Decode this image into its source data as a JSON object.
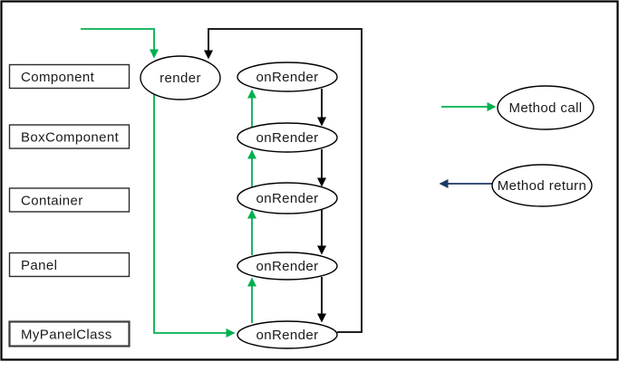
{
  "diagram": {
    "class_boxes": [
      {
        "label": "Component"
      },
      {
        "label": "BoxComponent"
      },
      {
        "label": "Container"
      },
      {
        "label": "Panel"
      },
      {
        "label": "MyPanelClass"
      }
    ],
    "render_node": {
      "label": "render"
    },
    "onrender_nodes": [
      {
        "label": "onRender"
      },
      {
        "label": "onRender"
      },
      {
        "label": "onRender"
      },
      {
        "label": "onRender"
      },
      {
        "label": "onRender"
      }
    ],
    "legend": {
      "call": {
        "label": "Method call"
      },
      "return": {
        "label": "Method return"
      }
    },
    "colors": {
      "method_call": "#00B050",
      "method_return": "#1F3864",
      "flow": "#000000"
    }
  }
}
